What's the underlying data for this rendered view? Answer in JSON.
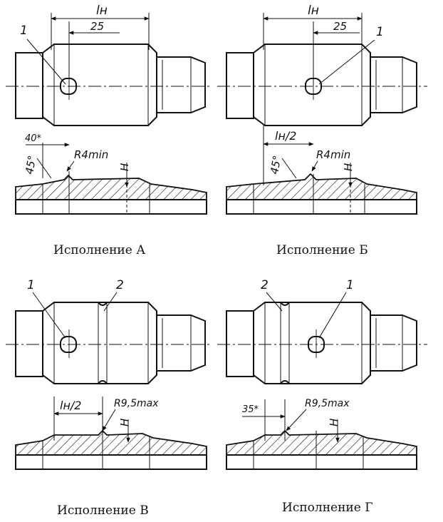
{
  "captions": {
    "a": "Исполнение А",
    "b": "Исполнение Б",
    "v": "Исполнение В",
    "g": "Исполнение Г"
  },
  "dims": {
    "l_h": "lн",
    "d25": "25",
    "d40": "40*",
    "angle45": "45°",
    "r4min": "R4min",
    "h": "H",
    "lh2": "lн/2",
    "r95max": "R9,5max",
    "d35": "35*",
    "callout1": "1",
    "callout2": "2"
  }
}
